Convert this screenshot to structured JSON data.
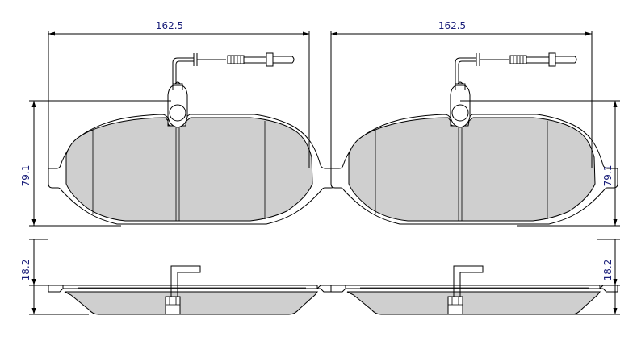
{
  "drawing": {
    "left_view": {
      "width_label": "162.5",
      "height_label": "79.1",
      "thickness_label": "18.2"
    },
    "right_view": {
      "width_label": "162.5",
      "height_label": "79.1",
      "thickness_label": "18.2"
    }
  }
}
